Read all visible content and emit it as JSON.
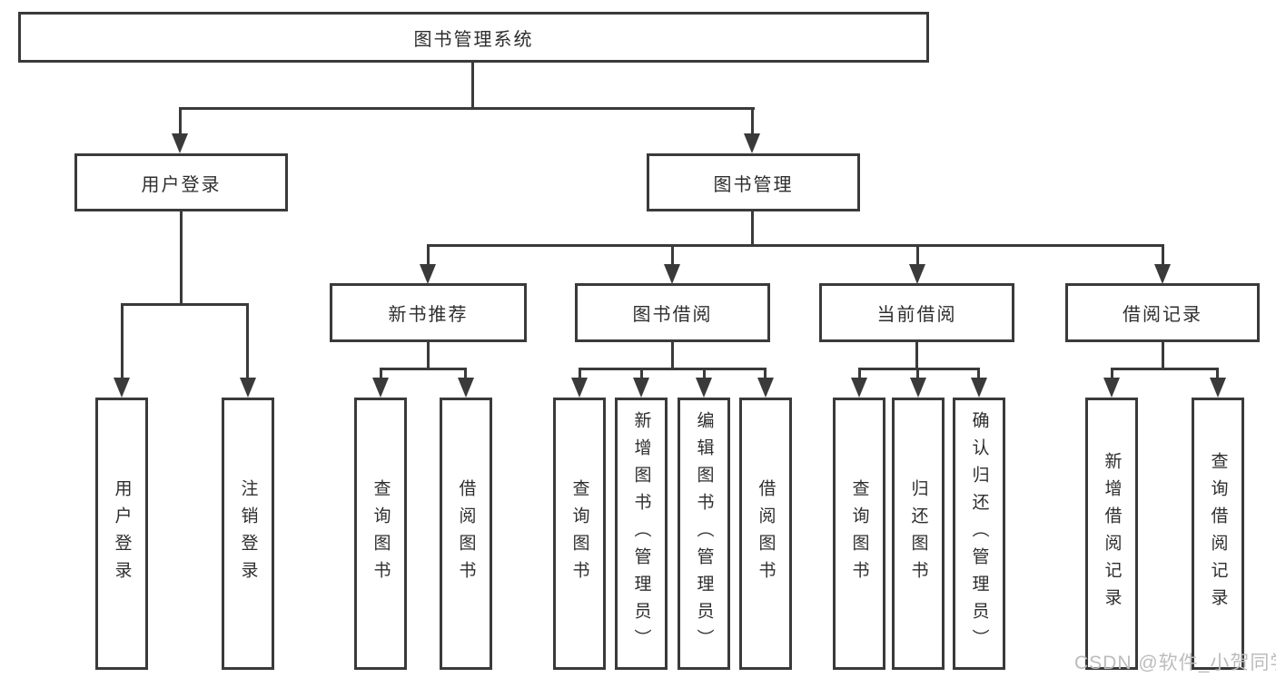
{
  "diagram_type": "hierarchy-tree",
  "watermark": "CSDN @软件_小贺同学",
  "colors": {
    "background": "#ffffff",
    "box_border": "#3a3a3a",
    "line": "#3a3a3a",
    "text": "#2e2e2e",
    "watermark": "#bcbcbc"
  },
  "tree": {
    "label": "图书管理系统",
    "children": [
      {
        "label": "用户登录",
        "children": [
          {
            "label": "用户登录"
          },
          {
            "label": "注销登录"
          }
        ]
      },
      {
        "label": "图书管理",
        "children": [
          {
            "label": "新书推荐",
            "children": [
              {
                "label": "查询图书"
              },
              {
                "label": "借阅图书"
              }
            ]
          },
          {
            "label": "图书借阅",
            "children": [
              {
                "label": "查询图书"
              },
              {
                "label": "新增图书（管理员）"
              },
              {
                "label": "编辑图书（管理员）"
              },
              {
                "label": "借阅图书"
              }
            ]
          },
          {
            "label": "当前借阅",
            "children": [
              {
                "label": "查询图书"
              },
              {
                "label": "归还图书"
              },
              {
                "label": "确认归还（管理员）"
              }
            ]
          },
          {
            "label": "借阅记录",
            "children": [
              {
                "label": "新增借阅记录"
              },
              {
                "label": "查询借阅记录"
              }
            ]
          }
        ]
      }
    ]
  }
}
